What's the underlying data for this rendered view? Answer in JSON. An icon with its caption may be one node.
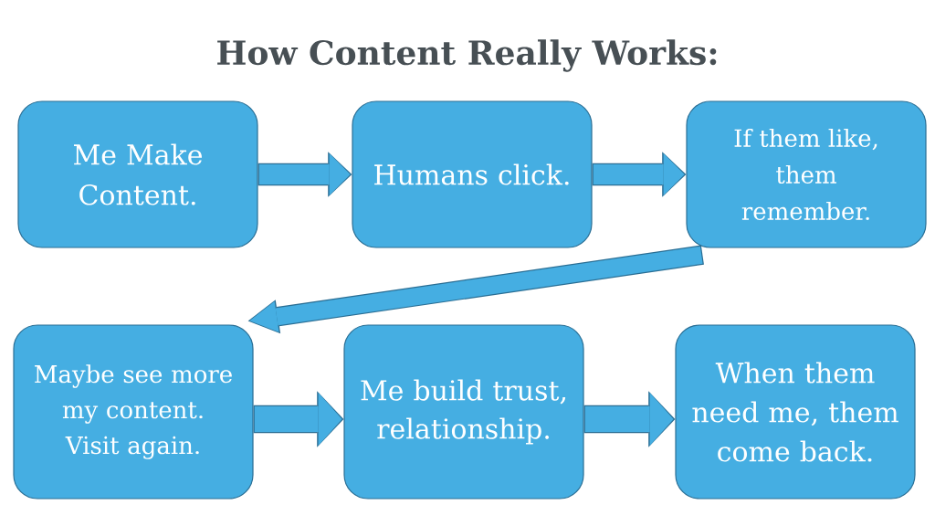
{
  "diagram": {
    "title": "How Content Really Works:",
    "nodes": [
      {
        "text": [
          "Me Make Content."
        ]
      },
      {
        "text": [
          "Humans click."
        ]
      },
      {
        "text": [
          "If them like, them remember."
        ]
      },
      {
        "text": [
          "Maybe see more my content. Visit again."
        ]
      },
      {
        "text": [
          "Me build trust, relationship."
        ]
      },
      {
        "text": [
          "When them need me, them come back."
        ]
      }
    ],
    "edges": [
      {
        "from": 0,
        "to": 1,
        "arrow": "to"
      },
      {
        "from": 1,
        "to": 2,
        "arrow": "to"
      },
      {
        "from": 2,
        "to": 3,
        "arrow": "to"
      },
      {
        "from": 3,
        "to": 4,
        "arrow": "to"
      },
      {
        "from": 4,
        "to": 5,
        "arrow": "to"
      }
    ]
  }
}
